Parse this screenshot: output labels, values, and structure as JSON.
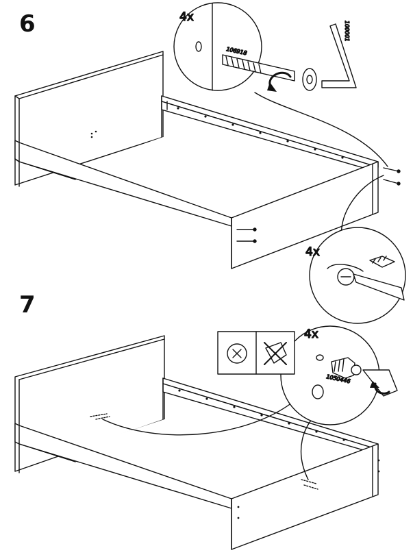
{
  "steps": [
    {
      "number": "6",
      "callouts": [
        {
          "quantity": "4x",
          "part_number": "106918",
          "tool_part_number": "100001"
        },
        {
          "quantity": "4x"
        }
      ]
    },
    {
      "number": "7",
      "callouts": [
        {
          "quantity": "4x",
          "part_number": "1050446"
        }
      ]
    }
  ],
  "icons": [
    "bed-frame-illustration",
    "bolt-icon",
    "allen-key-icon",
    "screwdriver-icon",
    "screw-icon",
    "no-screw-icon",
    "cam-lock-icon",
    "rotate-arrow-icon"
  ]
}
